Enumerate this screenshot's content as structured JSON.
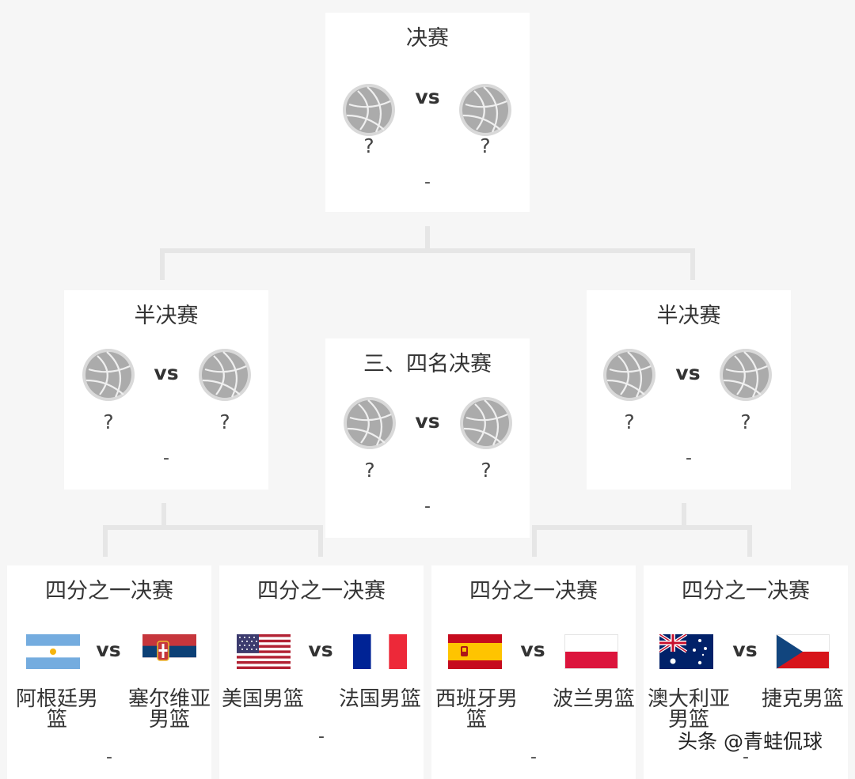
{
  "final": {
    "title": "决赛",
    "vs": "vs",
    "team1": "?",
    "team2": "?",
    "score": "-"
  },
  "semi_left": {
    "title": "半决赛",
    "vs": "vs",
    "team1": "?",
    "team2": "?",
    "score": "-"
  },
  "semi_right": {
    "title": "半决赛",
    "vs": "vs",
    "team1": "?",
    "team2": "?",
    "score": "-"
  },
  "third_place": {
    "title": "三、四名决赛",
    "vs": "vs",
    "team1": "?",
    "team2": "?",
    "score": "-"
  },
  "quarters": [
    {
      "title": "四分之一决赛",
      "vs": "vs",
      "team1": "阿根廷男篮",
      "team2": "塞尔维亚男篮",
      "flag1": "argentina-flag",
      "flag2": "serbia-flag",
      "score": "-"
    },
    {
      "title": "四分之一决赛",
      "vs": "vs",
      "team1": "美国男篮",
      "team2": "法国男篮",
      "flag1": "usa-flag",
      "flag2": "france-flag",
      "score": "-"
    },
    {
      "title": "四分之一决赛",
      "vs": "vs",
      "team1": "西班牙男篮",
      "team2": "波兰男篮",
      "flag1": "spain-flag",
      "flag2": "poland-flag",
      "score": "-"
    },
    {
      "title": "四分之一决赛",
      "vs": "vs",
      "team1": "澳大利亚男篮",
      "team2": "捷克男篮",
      "flag1": "australia-flag",
      "flag2": "czech-flag",
      "score": "-"
    }
  ],
  "watermark": "头条 @青蛙侃球",
  "colors": {
    "background": "#f6f6f6",
    "card": "#ffffff",
    "connector": "#e6e6e6",
    "ball": "#a9a9a9"
  }
}
